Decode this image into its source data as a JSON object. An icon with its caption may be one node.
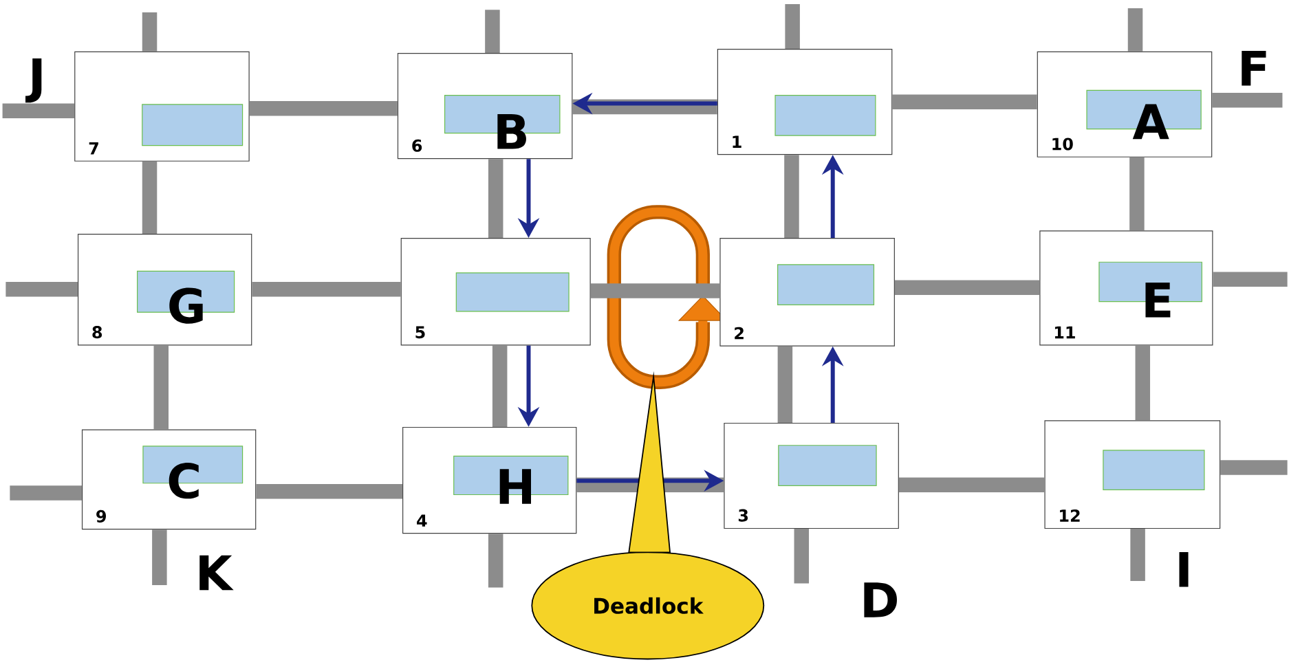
{
  "diagram": {
    "nodes": [
      {
        "text": [
          "7"
        ],
        "beside": [
          "J"
        ]
      },
      {
        "text": [
          "6",
          "B"
        ]
      },
      {
        "text": [
          "1"
        ]
      },
      {
        "text": [
          "10",
          "A"
        ],
        "beside": [
          "F"
        ]
      },
      {
        "text": [
          "8",
          "G"
        ]
      },
      {
        "text": [
          "5"
        ]
      },
      {
        "text": [
          "2"
        ]
      },
      {
        "text": [
          "11",
          "E"
        ]
      },
      {
        "text": [
          "9",
          "C"
        ],
        "beside": [
          "K"
        ]
      },
      {
        "text": [
          "4",
          "H"
        ]
      },
      {
        "text": [
          "3"
        ],
        "beside": [
          "D"
        ]
      },
      {
        "text": [
          "12"
        ],
        "beside": [
          "I"
        ]
      },
      {
        "text": [
          "Deadlock"
        ]
      }
    ],
    "edges": [
      {
        "from": 0,
        "to": 1,
        "arrow": "none"
      },
      {
        "from": 1,
        "to": 2,
        "arrow": "none"
      },
      {
        "from": 2,
        "to": 3,
        "arrow": "none"
      },
      {
        "from": 4,
        "to": 5,
        "arrow": "none"
      },
      {
        "from": 5,
        "to": 6,
        "arrow": "none"
      },
      {
        "from": 6,
        "to": 7,
        "arrow": "none"
      },
      {
        "from": 8,
        "to": 9,
        "arrow": "none"
      },
      {
        "from": 9,
        "to": 10,
        "arrow": "none"
      },
      {
        "from": 10,
        "to": 11,
        "arrow": "none"
      },
      {
        "from": 0,
        "to": 4,
        "arrow": "none"
      },
      {
        "from": 4,
        "to": 8,
        "arrow": "none"
      },
      {
        "from": 1,
        "to": 5,
        "arrow": "none"
      },
      {
        "from": 5,
        "to": 9,
        "arrow": "none"
      },
      {
        "from": 2,
        "to": 6,
        "arrow": "none"
      },
      {
        "from": 6,
        "to": 10,
        "arrow": "none"
      },
      {
        "from": 3,
        "to": 7,
        "arrow": "none"
      },
      {
        "from": 7,
        "to": 11,
        "arrow": "none"
      },
      {
        "from": 0,
        "to": null,
        "arrow": "none"
      },
      {
        "from": 1,
        "to": null,
        "arrow": "none"
      },
      {
        "from": 2,
        "to": null,
        "arrow": "none"
      },
      {
        "from": 3,
        "to": null,
        "arrow": "none"
      },
      {
        "from": 0,
        "to": null,
        "arrow": "none"
      },
      {
        "from": 4,
        "to": null,
        "arrow": "none"
      },
      {
        "from": 8,
        "to": null,
        "arrow": "none"
      },
      {
        "from": 3,
        "to": null,
        "arrow": "none"
      },
      {
        "from": 7,
        "to": null,
        "arrow": "none"
      },
      {
        "from": 11,
        "to": null,
        "arrow": "none"
      },
      {
        "from": 8,
        "to": null,
        "arrow": "none"
      },
      {
        "from": 9,
        "to": null,
        "arrow": "none"
      },
      {
        "from": 10,
        "to": null,
        "arrow": "none"
      },
      {
        "from": 11,
        "to": null,
        "arrow": "none"
      },
      {
        "from": 2,
        "to": 1,
        "arrow": "to",
        "color": "#1f2a8e"
      },
      {
        "from": 1,
        "to": 5,
        "arrow": "to",
        "color": "#1f2a8e"
      },
      {
        "from": 5,
        "to": 9,
        "arrow": "to",
        "color": "#1f2a8e"
      },
      {
        "from": 9,
        "to": 10,
        "arrow": "to",
        "color": "#1f2a8e"
      },
      {
        "from": 10,
        "to": 6,
        "arrow": "to",
        "color": "#1f2a8e"
      },
      {
        "from": 6,
        "to": 2,
        "arrow": "to",
        "color": "#1f2a8e"
      },
      {
        "from": 12,
        "to": null,
        "arrow": "to",
        "color": "#f5d327"
      }
    ]
  }
}
